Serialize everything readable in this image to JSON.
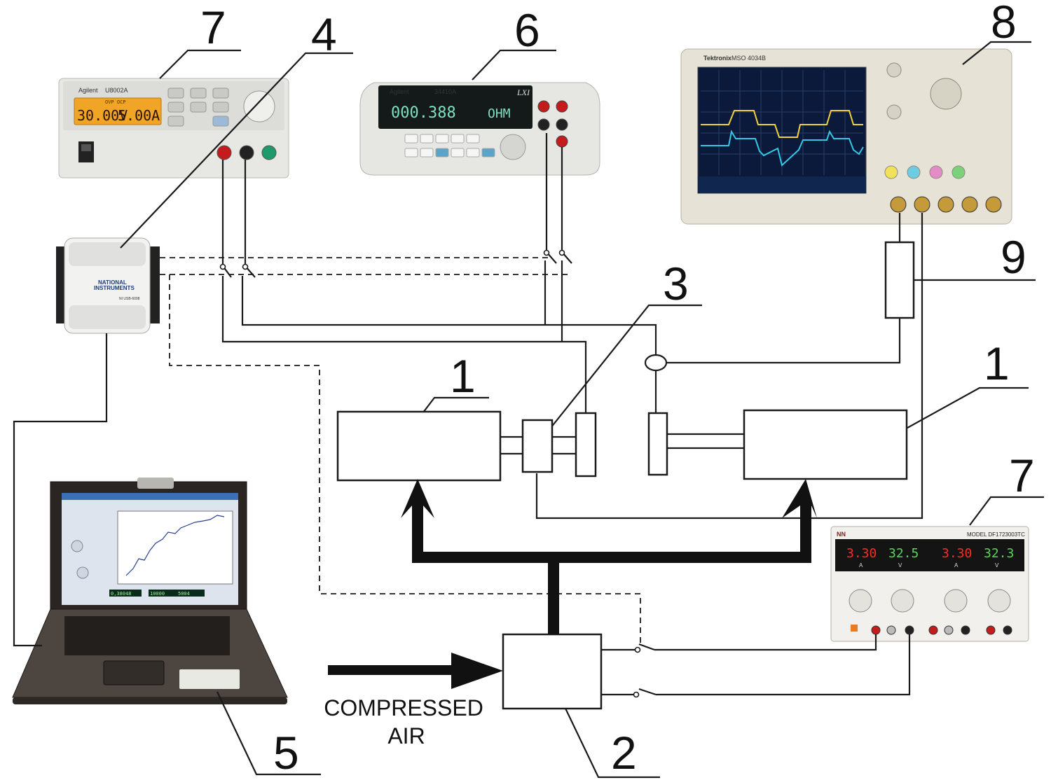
{
  "callouts": {
    "n1_left": "1",
    "n1_right": "1",
    "n2": "2",
    "n3": "3",
    "n4": "4",
    "n5": "5",
    "n6": "6",
    "n7_top": "7",
    "n7_bottom": "7",
    "n8": "8",
    "n9": "9"
  },
  "air_label_line1": "COMPRESSED",
  "air_label_line2": "AIR",
  "devices": {
    "psu_agilent": {
      "brand": "Agilent",
      "model": "U8002A",
      "volts": "30.00V",
      "amps": "5.00A",
      "tags": "OVP OCP"
    },
    "multimeter": {
      "brand": "Agilent",
      "model": "34410A",
      "reading": "000.388",
      "unit": "OHM",
      "logo": "LXI"
    },
    "daq": {
      "brand_line1": "NATIONAL",
      "brand_line2": "INSTRUMENTS",
      "model": "NI USB-6008"
    },
    "oscilloscope": {
      "brand": "Tektronix",
      "model": "MSO 4034B"
    },
    "psu_dual": {
      "brand": "NN",
      "model": "MODEL DF1723003TC",
      "ch1_amps": "3.30",
      "ch1_volts": "32.5",
      "ch2_amps": "3.30",
      "ch2_volts": "32.3",
      "unit_a": "A",
      "unit_v": "V"
    },
    "laptop": {
      "field1": "0,38048",
      "field2": "10000",
      "field3": "5004"
    }
  },
  "colors": {
    "line": "#1a1a1a",
    "device_body": "#e4e4e1",
    "lcd_amber": "#f0a526",
    "lcd_green": "#7fe0c0",
    "led_red": "#ff2b2b",
    "led_green": "#5bd35b",
    "scope_screen": "#0b1a3a"
  }
}
